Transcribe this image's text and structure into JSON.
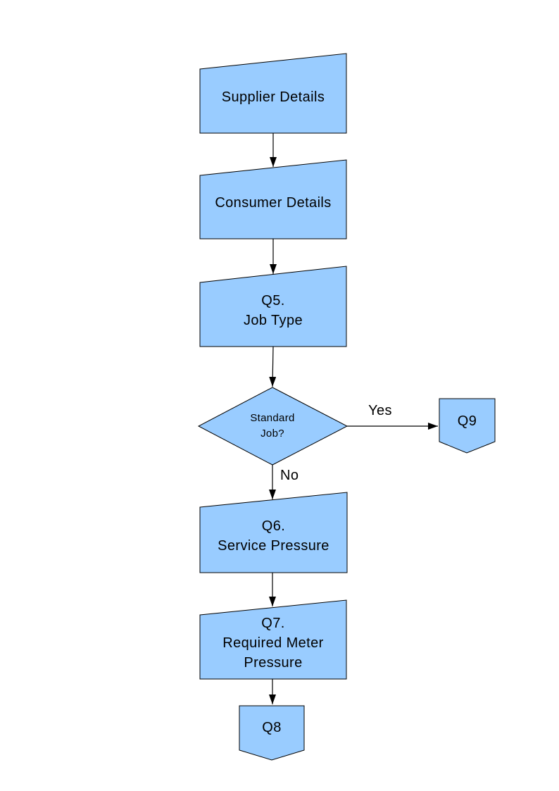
{
  "diagram": {
    "background_color": "#FFFFFF",
    "node_fill_color": "#99CCFF",
    "node_border_color": "#000000",
    "connector_color": "#000000",
    "text_color": "#000000",
    "nodes": [
      {
        "id": "supplier-details",
        "type": "manual-input",
        "label": "Supplier Details"
      },
      {
        "id": "consumer-details",
        "type": "manual-input",
        "label": "Consumer Details"
      },
      {
        "id": "q5-job-type",
        "type": "manual-input",
        "label": "Q5.\nJob Type"
      },
      {
        "id": "standard-job-decision",
        "type": "decision",
        "label": "Standard\nJob?"
      },
      {
        "id": "q9",
        "type": "off-page-connector",
        "label": "Q9"
      },
      {
        "id": "q6-service-pressure",
        "type": "manual-input",
        "label": "Q6.\nService Pressure"
      },
      {
        "id": "q7-required-meter-pressure",
        "type": "manual-input",
        "label": "Q7.\nRequired Meter\nPressure"
      },
      {
        "id": "q8",
        "type": "off-page-connector",
        "label": "Q8"
      }
    ],
    "edges": [
      {
        "from": "supplier-details",
        "to": "consumer-details",
        "label": ""
      },
      {
        "from": "consumer-details",
        "to": "q5-job-type",
        "label": ""
      },
      {
        "from": "q5-job-type",
        "to": "standard-job-decision",
        "label": ""
      },
      {
        "from": "standard-job-decision",
        "to": "q9",
        "label": "Yes"
      },
      {
        "from": "standard-job-decision",
        "to": "q6-service-pressure",
        "label": "No"
      },
      {
        "from": "q6-service-pressure",
        "to": "q7-required-meter-pressure",
        "label": ""
      },
      {
        "from": "q7-required-meter-pressure",
        "to": "q8",
        "label": ""
      }
    ]
  }
}
